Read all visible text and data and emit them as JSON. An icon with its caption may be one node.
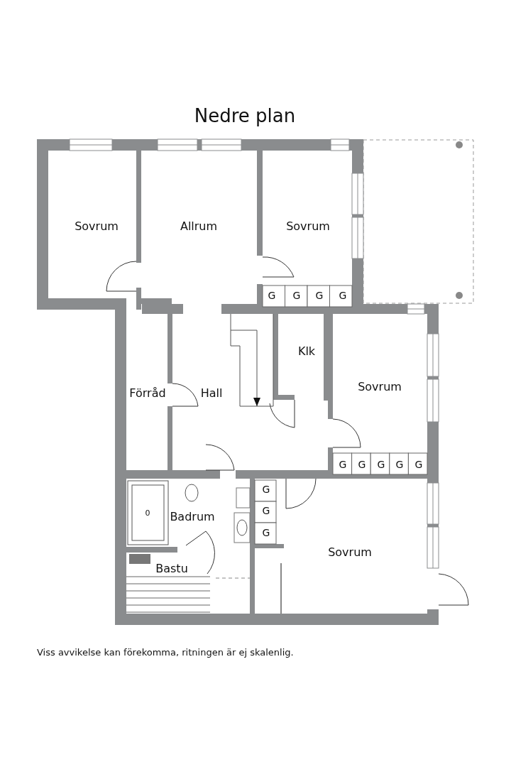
{
  "diagram": {
    "title": "Nedre plan",
    "caption": "Viss avvikelse kan förekomma, ritningen är ej skalenlig.",
    "labels": [
      "Sovrum",
      "Allrum",
      "Sovrum",
      "G",
      "G",
      "G",
      "G",
      "Klk",
      "Sovrum",
      "Förråd",
      "Hall",
      "G",
      "G",
      "G",
      "G",
      "G",
      "G",
      "0",
      "Badrum",
      "G",
      "G",
      "Sovrum",
      "Bastu"
    ]
  }
}
